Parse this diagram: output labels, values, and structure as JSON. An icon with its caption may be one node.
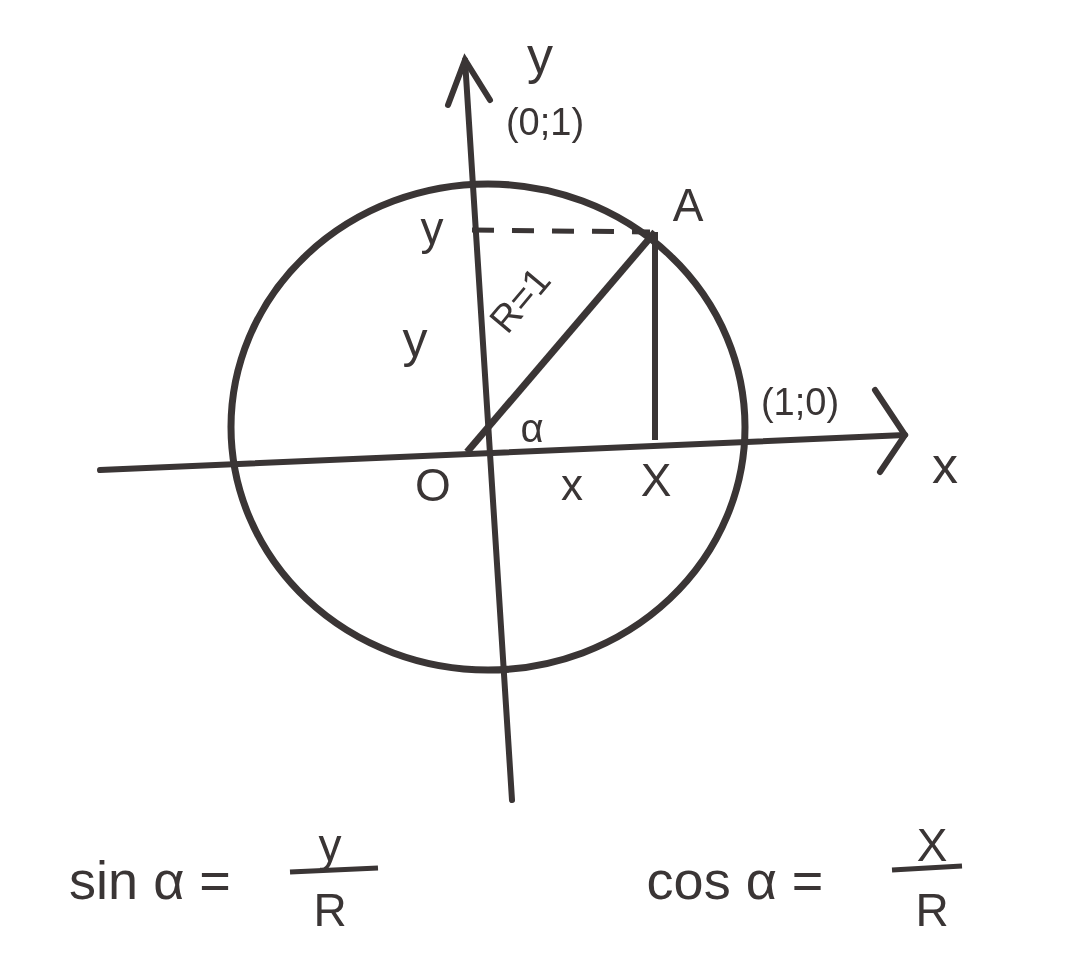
{
  "diagram": {
    "labels": [
      "y",
      "(0;1)",
      "y",
      "A",
      "R=1",
      "y",
      "(1;0)",
      "α",
      "x",
      "O",
      "x",
      "X",
      "sin α =",
      "y",
      "R",
      "cos α =",
      "X",
      "R"
    ]
  }
}
